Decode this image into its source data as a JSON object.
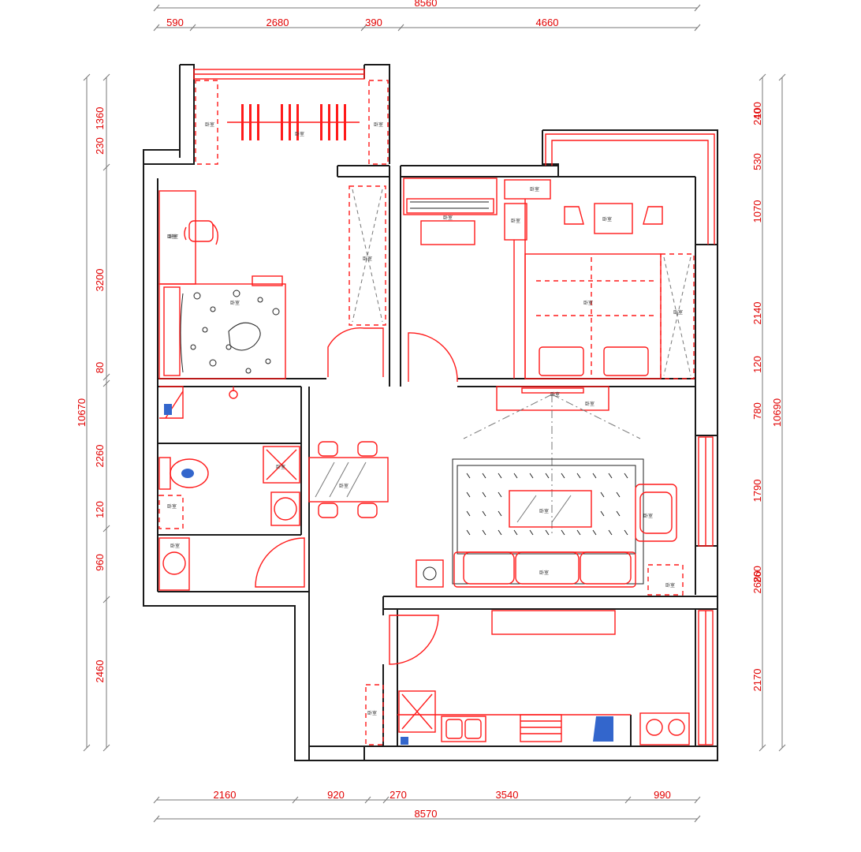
{
  "dimensions": {
    "top_total": "8560",
    "top_segments": [
      "590",
      "2680",
      "390",
      "4660"
    ],
    "bottom_total": "8570",
    "bottom_segments": [
      "2160",
      "920",
      "270",
      "3540",
      "990"
    ],
    "left_total": "10670",
    "left_segments": [
      "230",
      "1360",
      "3200",
      "80",
      "2260",
      "120",
      "960",
      "2460"
    ],
    "right_total": "10690",
    "right_segments": [
      "240",
      "100",
      "530",
      "1070",
      "2140",
      "120",
      "780",
      "1790",
      "260",
      "2680",
      "2170"
    ]
  },
  "room_label": "卧室",
  "colors": {
    "furniture": "#ff1a1a",
    "wall": "#1a1a1a",
    "fixture": "#3366cc"
  }
}
